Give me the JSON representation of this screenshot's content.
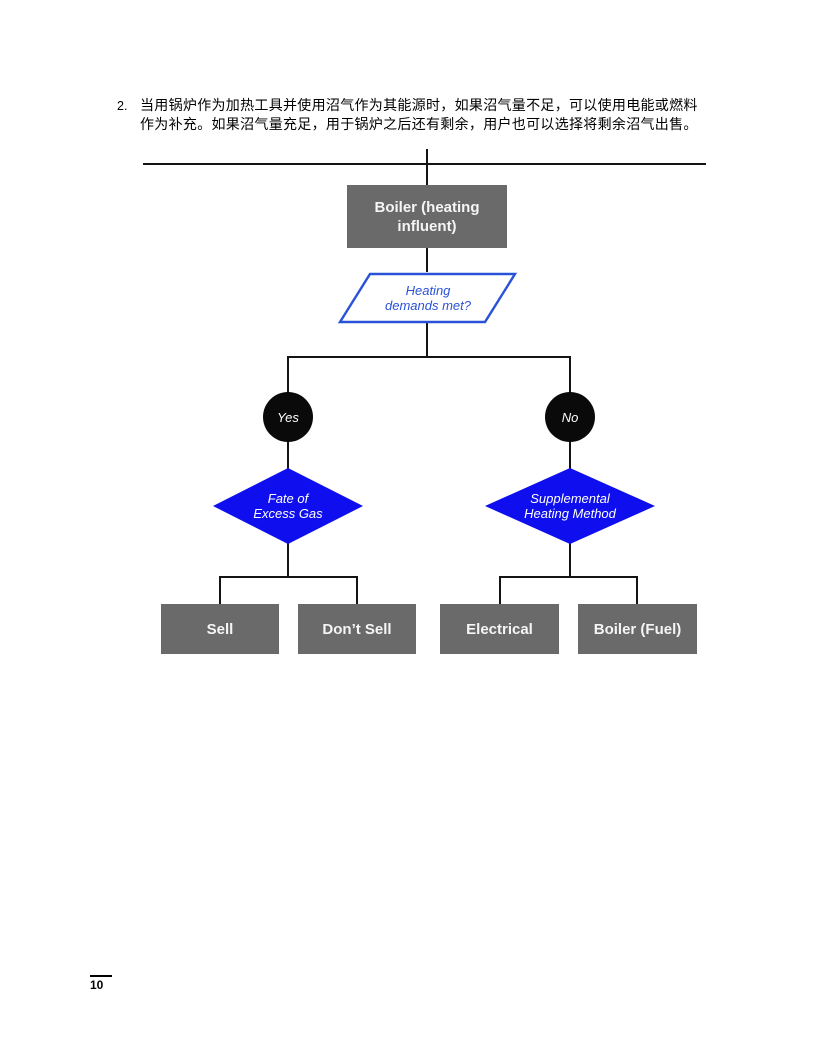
{
  "document": {
    "list_item": {
      "marker": "2.",
      "lines": [
        "当用锅炉作为加热工具并使用沼气作为其能源时，如果沼气量不足，可以使用电能或燃料",
        "作为补充。如果沼气量充足，用于锅炉之后还有剩余，用户也可以选择将剩余沼气出售。"
      ]
    },
    "page_number": "10"
  },
  "flowchart": {
    "boiler": {
      "label": "Boiler (heating influent)",
      "lines": [
        "Boiler (heating",
        "influent)"
      ]
    },
    "decision": {
      "label": "Heating demands met?",
      "lines": [
        "Heating",
        "demands met?"
      ]
    },
    "yes_branch": {
      "label": "Yes"
    },
    "no_branch": {
      "label": "No"
    },
    "fate_of_excess_gas": {
      "label": "Fate of Excess Gas",
      "lines": [
        "Fate of",
        "Excess Gas"
      ]
    },
    "supplemental_heating": {
      "label": "Supplemental Heating Method",
      "lines": [
        "Supplemental",
        "Heating Method"
      ]
    },
    "sell": {
      "label": "Sell"
    },
    "dont_sell": {
      "label": "Don’t Sell"
    },
    "electrical": {
      "label": "Electrical"
    },
    "boiler_fuel": {
      "label": "Boiler (Fuel)"
    }
  },
  "colors": {
    "process_box_gray": "#6a6a6a",
    "diamond_blue": "#0e0eee",
    "decision_outline_blue": "#2a52d8",
    "connector_black": "#141414",
    "node_text_white": "#ffffff"
  }
}
